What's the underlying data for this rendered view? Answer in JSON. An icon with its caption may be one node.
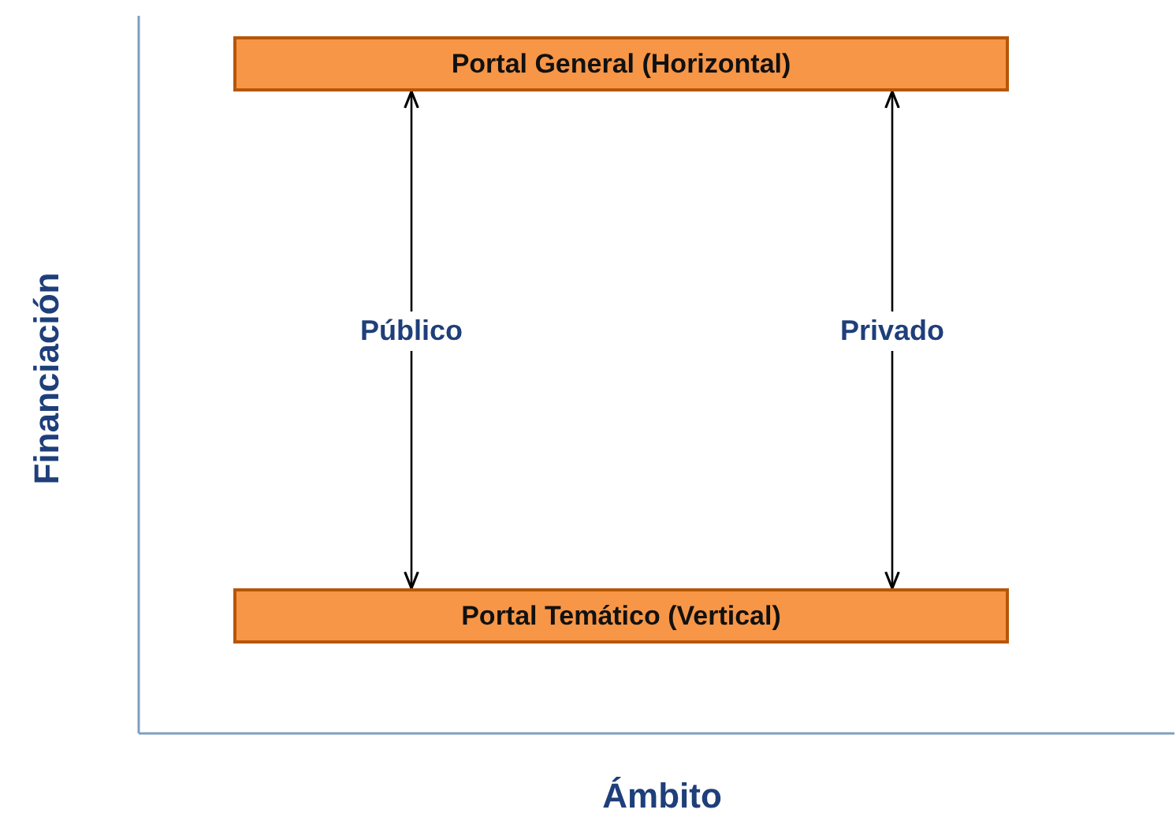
{
  "diagram": {
    "nodes": [
      {
        "text": [
          "Portal General (Horizontal)"
        ]
      },
      {
        "text": [
          "Portal Temático (Vertical)"
        ]
      }
    ],
    "edges": [
      {
        "from": 0,
        "to": 1,
        "arrow": "both",
        "label": "Público"
      },
      {
        "from": 0,
        "to": 1,
        "arrow": "both",
        "label": "Privado"
      }
    ],
    "labels": [
      "Financiación",
      "Ámbito"
    ]
  }
}
